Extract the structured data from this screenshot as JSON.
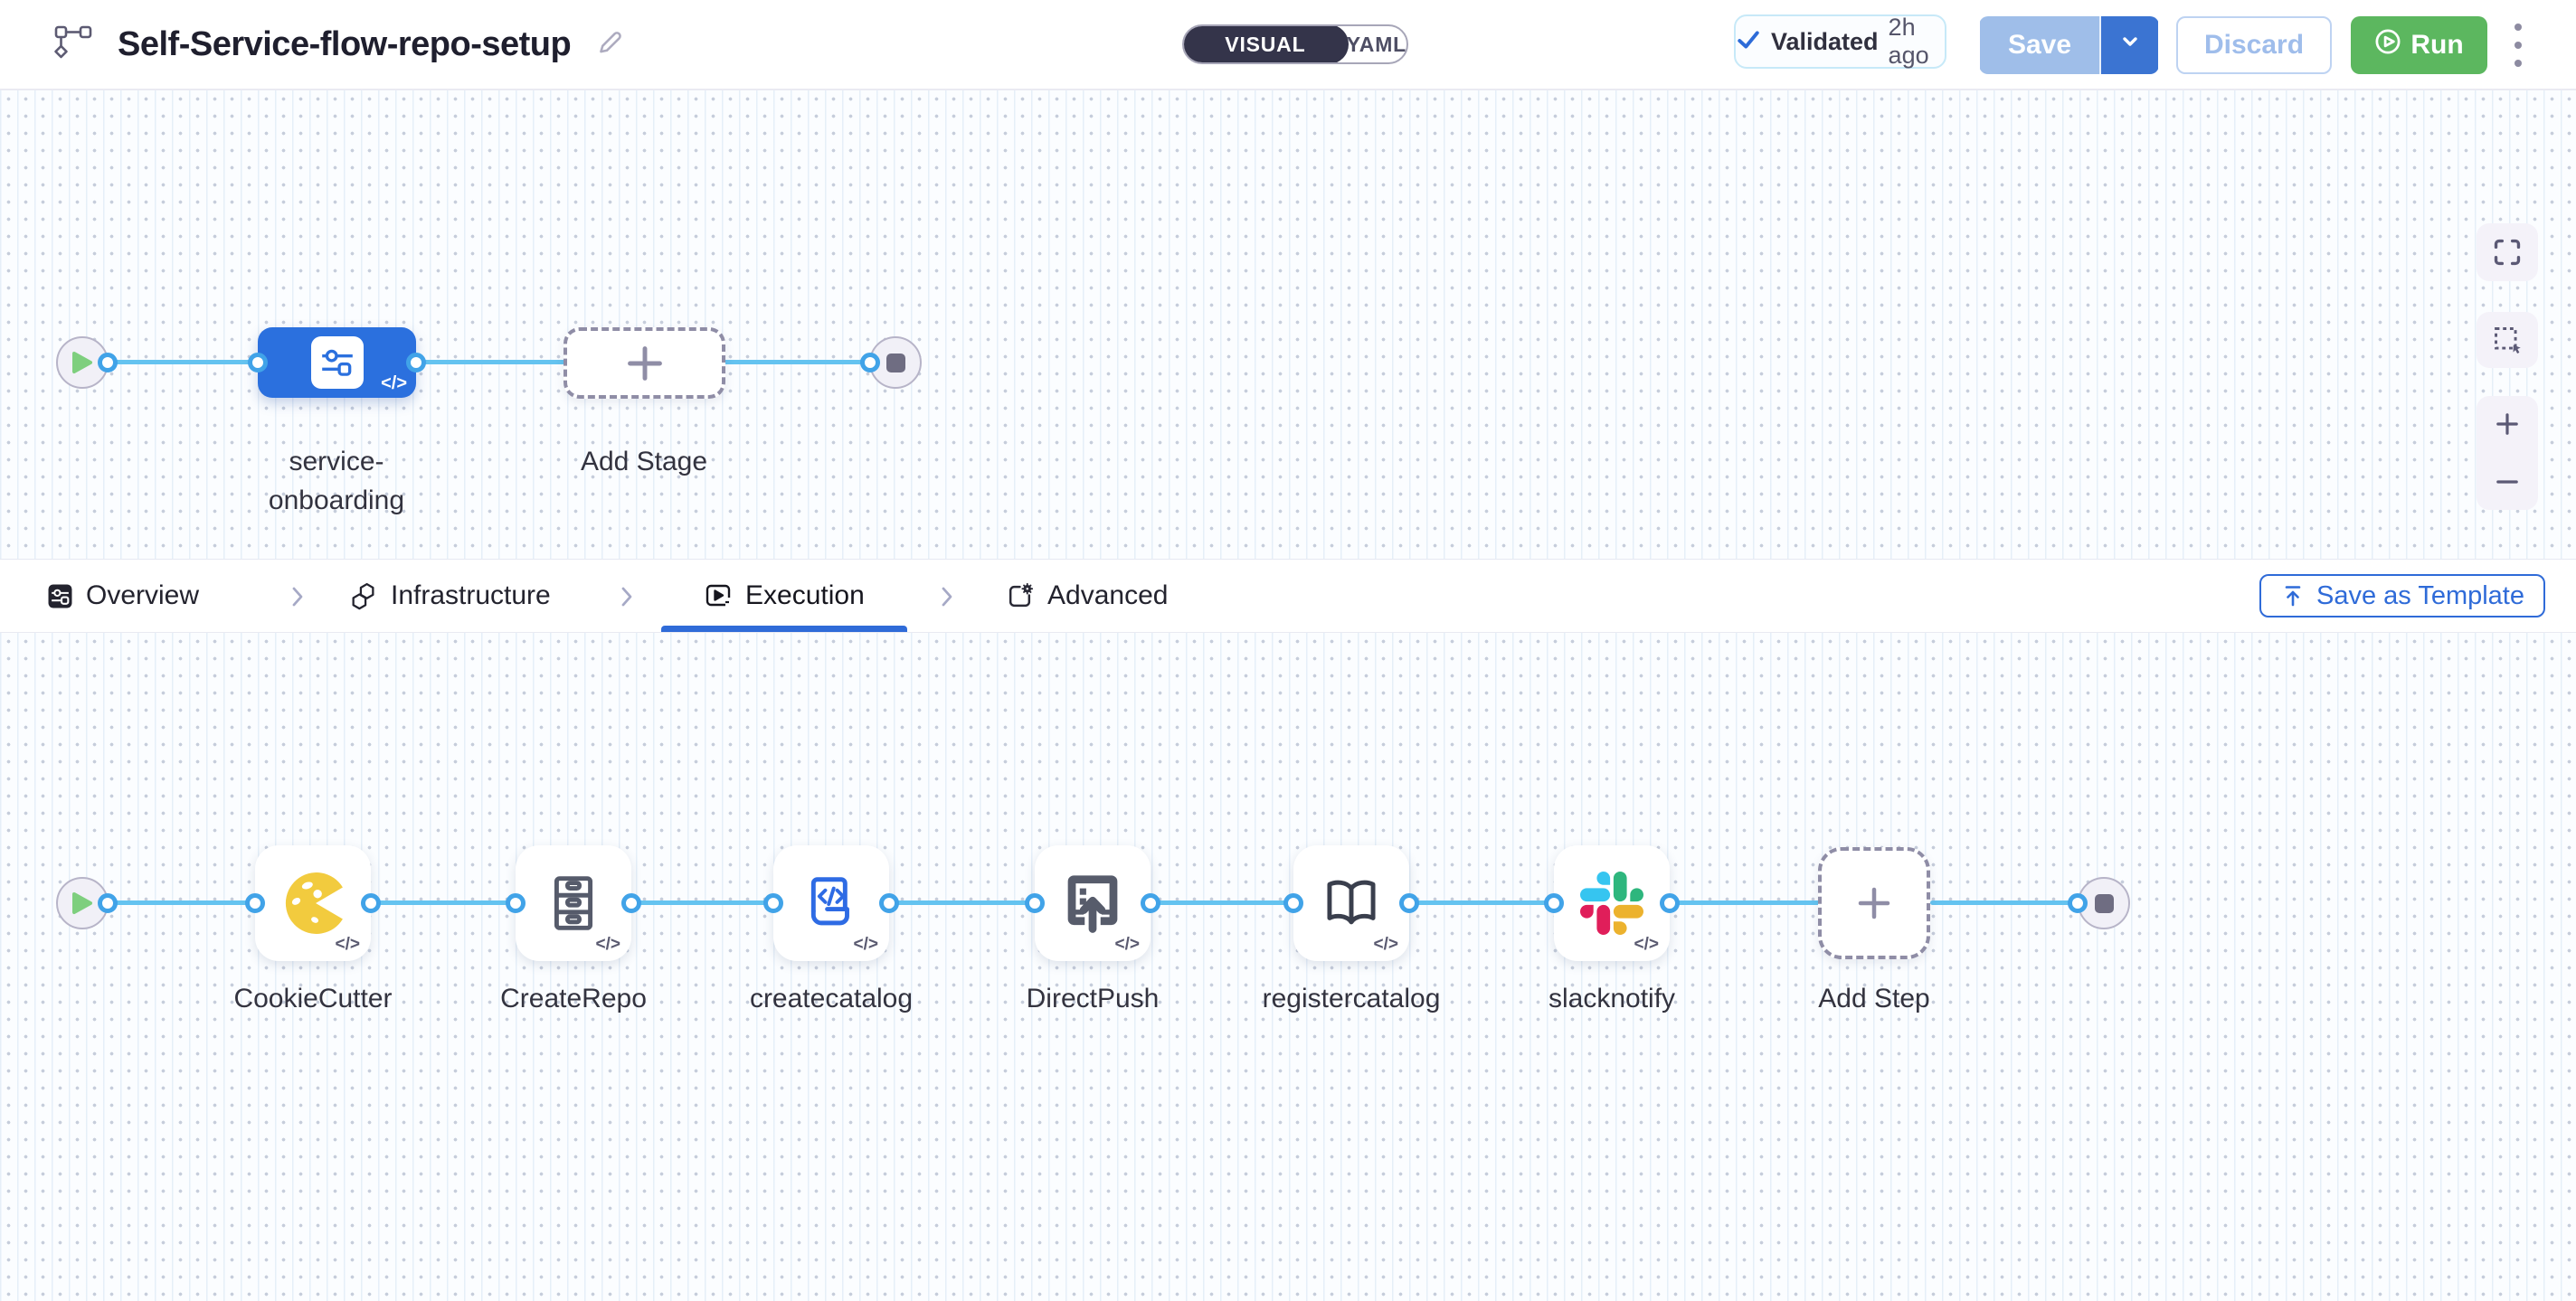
{
  "code_badge": "</>",
  "header": {
    "title": "Self-Service-flow-repo-setup",
    "toggle": {
      "visual": "VISUAL",
      "yaml": "YAML"
    },
    "validated_label": "Validated",
    "validated_time": "2h ago",
    "save": "Save",
    "discard": "Discard",
    "run": "Run"
  },
  "stage_canvas": {
    "stage_label": "service-onboarding",
    "add_stage": "Add Stage"
  },
  "tab_bar": {
    "tabs": [
      {
        "label": "Overview",
        "active": false
      },
      {
        "label": "Infrastructure",
        "active": false
      },
      {
        "label": "Execution",
        "active": true
      },
      {
        "label": "Advanced",
        "active": false
      }
    ],
    "save_as_template": "Save as Template"
  },
  "execution_canvas": {
    "steps": [
      {
        "label": "CookieCutter",
        "icon": "cookiecutter-icon"
      },
      {
        "label": "CreateRepo",
        "icon": "repo-cabinet-icon"
      },
      {
        "label": "createcatalog",
        "icon": "catalog-code-icon"
      },
      {
        "label": "DirectPush",
        "icon": "direct-push-icon"
      },
      {
        "label": "registercatalog",
        "icon": "open-book-icon"
      },
      {
        "label": "slacknotify",
        "icon": "slack-icon"
      }
    ],
    "add_step": "Add Step"
  },
  "colors": {
    "accent_blue": "#2F6BD8",
    "stage_node_blue": "#2B70DE",
    "edge_blue": "#64C3F0",
    "port_blue": "#41A3E8",
    "run_green": "#5CB75F",
    "cookie_yellow": "#F2CB3E",
    "slack": {
      "blue": "#36C5F0",
      "green": "#2EB67D",
      "yellow": "#ECB22E",
      "red": "#E01E5A"
    }
  }
}
